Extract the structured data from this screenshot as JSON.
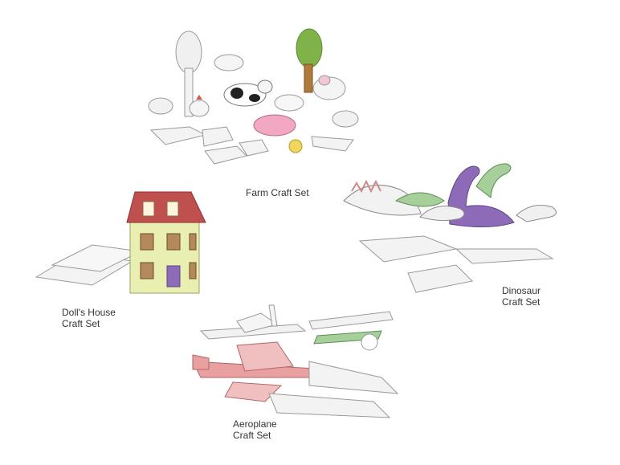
{
  "products": {
    "farm": {
      "label": "Farm Craft Set"
    },
    "dinosaur": {
      "line1": "Dinosaur",
      "line2": "Craft Set"
    },
    "dolls_house": {
      "line1": "Doll's House",
      "line2": "Craft Set"
    },
    "aeroplane": {
      "line1": "Aeroplane",
      "line2": "Craft Set"
    }
  },
  "colors": {
    "background": "#ffffff",
    "card": "#f3f3f3",
    "outline": "#8f8f8f",
    "roof": "#c0504d",
    "house_wall": "#e8efb0",
    "tree_green": "#7fb34a",
    "dino_purple": "#8d6bb8",
    "dino_green": "#a6cf9a",
    "pig_pink": "#f2a7c3",
    "chick_yellow": "#f0d65a",
    "plane_pink": "#e9a0a0"
  }
}
